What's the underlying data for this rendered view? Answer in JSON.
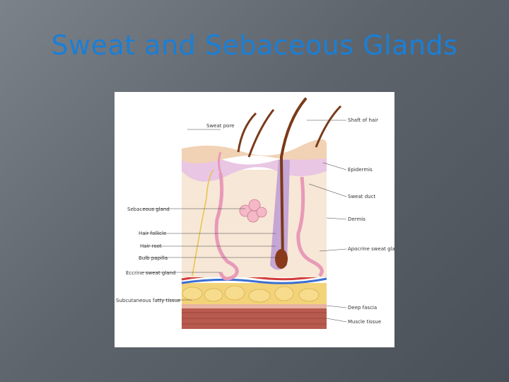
{
  "slide": {
    "title": "Sweat and Sebaceous Glands",
    "title_color": "#1a7fd6"
  },
  "diagram": {
    "labels_right": {
      "shaft": "Shaft of hair",
      "epidermis": "Epidermis",
      "sweat_duct": "Sweat duct",
      "dermis": "Dermis",
      "apocrine": "Apocrine sweat gland",
      "deep_fascia": "Deep fascia",
      "muscle": "Muscle tissue"
    },
    "labels_left": {
      "sweat_pore": "Sweat pore",
      "sebaceous": "Sebaceous gland",
      "follicle": "Hair follicle",
      "root": "Hair root",
      "bulb": "Bulb papilla",
      "eccrine": "Eccrine sweat gland",
      "subcut": "Subcutaneous fatty tissue"
    }
  }
}
